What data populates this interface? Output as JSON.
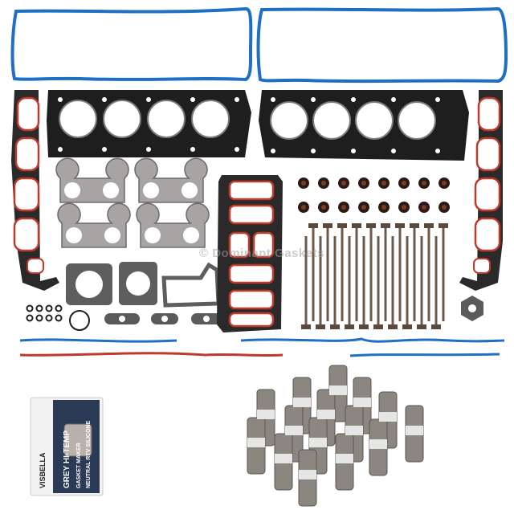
{
  "photo": {
    "subject": "Engine head gasket kit with head bolts, valve stem seals, lifters and RTV sealant",
    "background_color": "#ffffff",
    "watermark": "© Dominant Gaskets"
  },
  "colors": {
    "valve_cover_blue": "#1f6fc4",
    "gasket_red": "#c0392b",
    "mls_black": "#1e1e1e",
    "graphite_grey": "#9a9696",
    "steel_grey": "#8c8680",
    "bolt_bronze": "#6b5a4c",
    "seal_brown": "#7a3b22"
  },
  "parts": {
    "valve_cover_gaskets": 2,
    "head_gaskets": 2,
    "intake_manifold_gaskets": 2,
    "exhaust_manifold_gaskets": 4,
    "throttle_body_gaskets": 2,
    "valve_stem_seals": 16,
    "head_bolts": 20,
    "lifters": 16,
    "small_orings": 8
  },
  "sealant": {
    "brand": "VISBELLA",
    "line1": "GREY",
    "line2": "HI-TEMP",
    "line3": "GASKET MAKER",
    "line4": "NEUTRAL",
    "line5": "RTV SILICONE",
    "tube_label": "GREY"
  }
}
